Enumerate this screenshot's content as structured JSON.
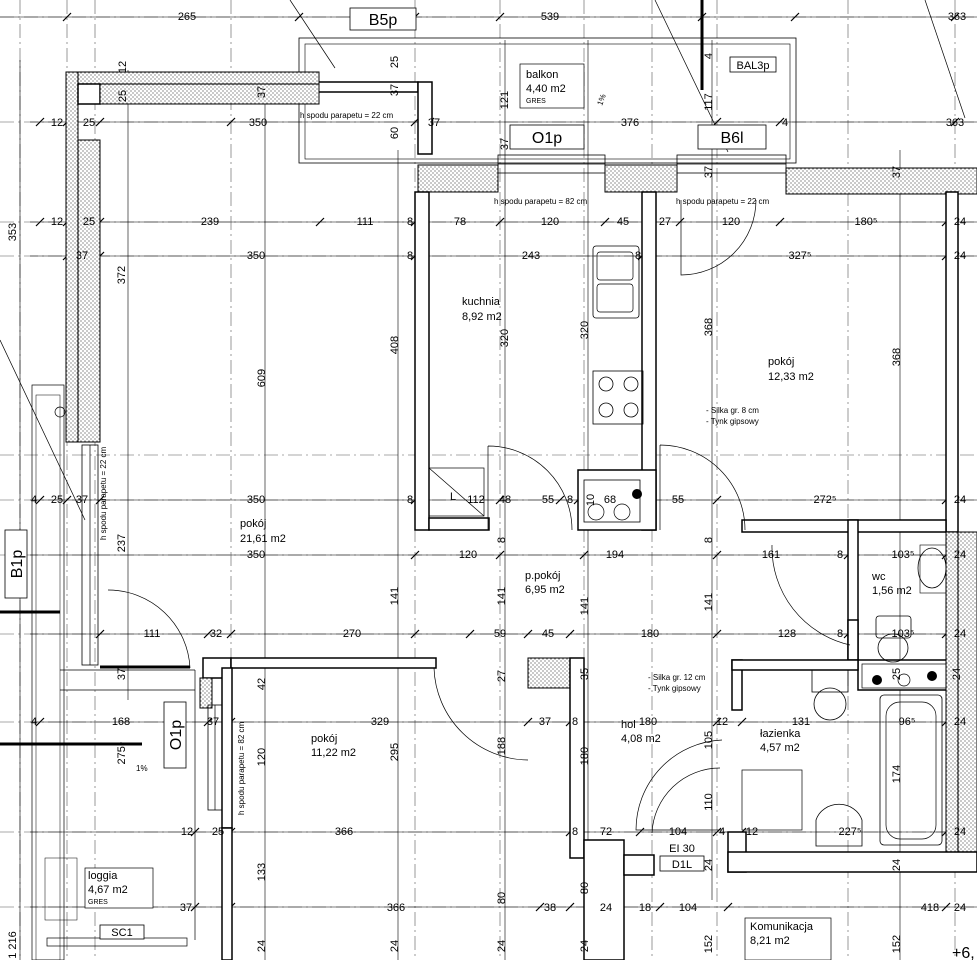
{
  "rooms": [
    {
      "name": "balkon",
      "area": "4,40 m2",
      "finish": "GRES"
    },
    {
      "name": "kuchnia",
      "area": "8,92 m2"
    },
    {
      "name": "pokój",
      "area": "12,33 m2"
    },
    {
      "name": "pokój",
      "area": "21,61 m2"
    },
    {
      "name": "p.pokój",
      "area": "6,95 m2"
    },
    {
      "name": "wc",
      "area": "1,56 m2"
    },
    {
      "name": "pokój",
      "area": "11,22 m2"
    },
    {
      "name": "hol",
      "area": "4,08 m2"
    },
    {
      "name": "łazienka",
      "area": "4,57 m2"
    },
    {
      "name": "loggia",
      "area": "4,67 m2",
      "finish": "GRES"
    },
    {
      "name": "Komunikacja",
      "area": "8,21 m2"
    }
  ],
  "tags": {
    "b5p": "B5p",
    "o1p_top": "O1p",
    "b6l": "B6l",
    "bal3p": "BAL3p",
    "b1p": "B1p",
    "o1p_left": "O1p",
    "d1l": "D1L",
    "ei30": "EI 30",
    "sc1": "SC1",
    "level": "+6,"
  },
  "notes": {
    "parapet_22_top": "h spodu parapetu = 22 cm",
    "parapet_82_top": "h spodu parapetu = 82 cm",
    "parapet_22_right": "h spodu parapetu = 22 cm",
    "parapet_22_left": "h spodu parapetu = 22 cm",
    "parapet_82_left": "h spodu parapetu = 82 cm",
    "silka_8_a": "- Silka gr. 8 cm",
    "tynk_a": "- Tynk gipsowy",
    "silka_12": "- Silka gr. 12 cm",
    "tynk_b": "- Tynk gipsowy",
    "slope_balkon": "1%",
    "slope_loggia": "1%",
    "sink_mark": "L"
  },
  "dims": {
    "d265": "265",
    "d539": "539",
    "d363a": "363",
    "d12a": "12",
    "d25a": "25",
    "d37a": "37",
    "d25b": "25",
    "d121": "121",
    "d117": "117",
    "d4a": "4",
    "d12b": "12",
    "d25c": "25",
    "d350a": "350",
    "d60": "60",
    "d37b": "37",
    "d376": "376",
    "d4b": "4",
    "d363b": "363",
    "d37c": "37",
    "d37d": "37",
    "d353": "353",
    "d12c": "12",
    "d25d": "25",
    "d239": "239",
    "d111a": "111",
    "d8a": "8",
    "d78": "78",
    "d120a": "120",
    "d45a": "45",
    "d27": "27",
    "d120b": "120",
    "d180_5": "180⁵",
    "d24a": "24",
    "d37e": "37",
    "d350b": "350",
    "d8b": "8",
    "d243": "243",
    "d8c": "8",
    "d327_5": "327⁵",
    "d24b": "24",
    "d372": "372",
    "d408": "408",
    "d320a": "320",
    "d320b": "320",
    "d368a": "368",
    "d368b": "368",
    "d609": "609",
    "d4c": "4",
    "d25e": "25",
    "d37f": "37",
    "d350c": "350",
    "d8d": "8",
    "d112": "112",
    "d48": "48",
    "d55a": "55",
    "d8e": "8",
    "d10": "10",
    "d68": "68",
    "d55b": "55",
    "d272_5": "272⁵",
    "d24c": "24",
    "d237": "237",
    "d350d": "350",
    "d120c": "120",
    "d8f": "8",
    "d194": "194",
    "d8g": "8",
    "d161": "161",
    "d8h": "8",
    "d103_5a": "103⁵",
    "d24d": "24",
    "d141a": "141",
    "d141b": "141",
    "d141c": "141",
    "d141d": "141",
    "d111b": "111",
    "d32": "32",
    "d270": "270",
    "d59": "59",
    "d45b": "45",
    "d180a": "180",
    "d128": "128",
    "d8i": "8",
    "d103_5b": "103⁵",
    "d24e": "24",
    "d37g": "37",
    "d42": "42",
    "d27b": "27",
    "d35": "35",
    "d25f": "25",
    "d24f": "24",
    "d4d": "4",
    "d168": "168",
    "d37h": "37",
    "d329": "329",
    "d37i": "37",
    "d8j": "8",
    "d180b": "180",
    "d12d": "12",
    "d131": "131",
    "d96_5": "96⁵",
    "d24g": "24",
    "d275_5": "275⁵",
    "d120d": "120",
    "d295": "295",
    "d188": "188",
    "d180c": "180",
    "d105": "105",
    "d174": "174",
    "d110": "110",
    "d12e": "12",
    "d25g": "25",
    "d366a": "366",
    "d8k": "8",
    "d72": "72",
    "d104a": "104",
    "d4e": "4",
    "d12f": "12",
    "d227_5": "227⁵",
    "d24h": "24",
    "d133": "133",
    "d80a": "80",
    "d80b": "80",
    "d24i": "24",
    "d24j": "24",
    "d37j": "37",
    "d366b": "366",
    "d38": "38",
    "d24k": "24",
    "d18": "18",
    "d104b": "104",
    "d418": "418",
    "d24l": "24",
    "d216": "1 216",
    "d24m": "24",
    "d24n": "24",
    "d24o": "24",
    "d152a": "152",
    "d152b": "152",
    "d24p": "24"
  }
}
